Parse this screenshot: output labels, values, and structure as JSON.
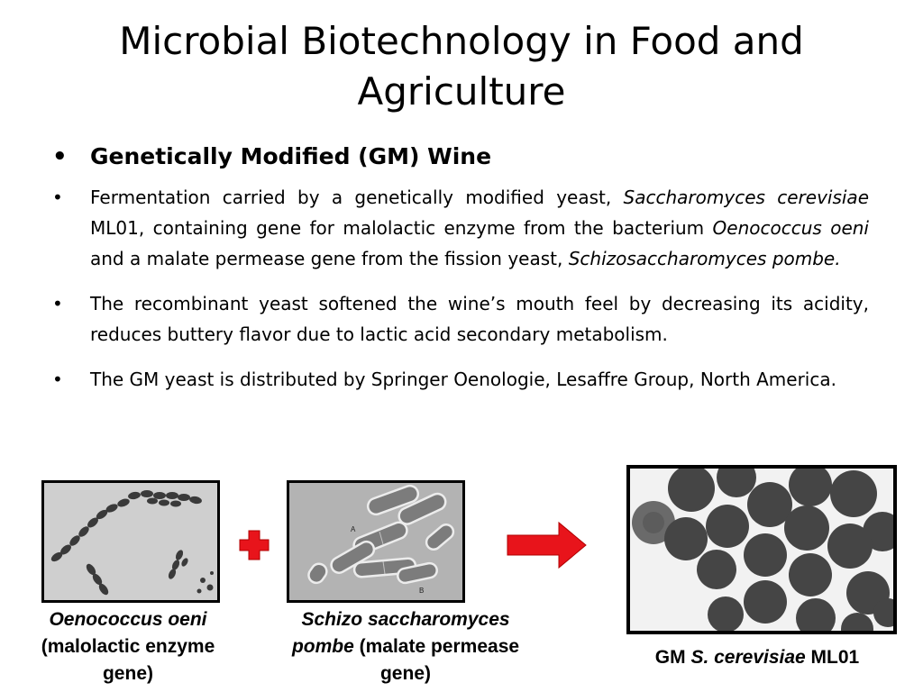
{
  "slide": {
    "title": "Microbial Biotechnology in Food and Agriculture",
    "bullets": [
      {
        "kind": "heading",
        "segments": [
          {
            "t": "Genetically Modified (GM) Wine",
            "i": false
          }
        ]
      },
      {
        "kind": "body",
        "segments": [
          {
            "t": "Fermentation carried by a genetically modified yeast, ",
            "i": false
          },
          {
            "t": "Saccharomyces cerevisiae",
            "i": true
          },
          {
            "t": " ML01, containing gene for malolactic enzyme from the bacterium ",
            "i": false
          },
          {
            "t": "Oenococcus oeni",
            "i": true
          },
          {
            "t": " and a malate permease gene from the fission yeast, ",
            "i": false
          },
          {
            "t": "Schizosaccharomyces pombe.",
            "i": true
          }
        ]
      },
      {
        "kind": "body",
        "segments": [
          {
            "t": "The recombinant yeast softened the wine’s mouth feel by decreasing its acidity, reduces buttery flavor due to lactic acid secondary metabolism.",
            "i": false
          }
        ]
      },
      {
        "kind": "body",
        "segments": [
          {
            "t": "The GM yeast is distributed by Springer Oenologie, Lesaffre Group, North America.",
            "i": false
          }
        ]
      }
    ],
    "bullet_symbol": "•",
    "figures": {
      "oeni": {
        "caption": [
          {
            "t": "Oenococcus oeni",
            "i": true
          },
          {
            "t": " (malolactic enzyme gene)",
            "i": false
          }
        ]
      },
      "pombe": {
        "caption": [
          {
            "t": "Schizo saccharomyces pombe",
            "i": true
          },
          {
            "t": " (malate permease gene)",
            "i": false
          }
        ],
        "micrograph_labels": [
          "A",
          "B"
        ]
      },
      "result": {
        "caption": [
          {
            "t": "GM ",
            "i": false
          },
          {
            "t": "S. cerevisiae",
            "i": true
          },
          {
            "t": " ML01",
            "i": false
          }
        ]
      }
    },
    "colors": {
      "plus": "#e8141b",
      "arrow": "#e8141b"
    }
  }
}
